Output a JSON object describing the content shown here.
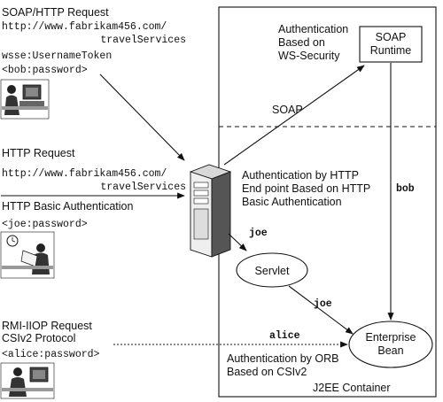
{
  "soap_request": {
    "title": "SOAP/HTTP Request",
    "url_line1": "http://www.fabrikam456.com/",
    "url_line2": "travelServices",
    "token_line": "wsse:UsernameToken",
    "credentials": "<bob:password>"
  },
  "http_request": {
    "title": "HTTP Request",
    "url_line1": "http://www.fabrikam456.com/",
    "url_line2": "travelServices",
    "auth_label": "HTTP Basic Authentication",
    "credentials": "<joe:password>"
  },
  "rmi_request": {
    "title_line1": "RMI-IIOP Request",
    "title_line2": "CSIv2 Protocol",
    "credentials": "<alice:password>"
  },
  "container": {
    "label": "J2EE Container",
    "soap_zone_label": "SOAP",
    "ws_auth_lines": [
      "Authentication",
      "Based on",
      "WS-Security"
    ],
    "http_auth_lines": [
      "Authentication by HTTP",
      "End point Based on HTTP",
      "Basic Authentication"
    ],
    "orb_auth_lines": [
      "Authentication by ORB",
      "Based on CSIv2"
    ]
  },
  "components": {
    "soap_runtime_lines": [
      "SOAP",
      "Runtime"
    ],
    "servlet": "Servlet",
    "enterprise_bean_lines": [
      "Enterprise",
      "Bean"
    ]
  },
  "identities": {
    "bob": "bob",
    "joe_top": "joe",
    "joe_bottom": "joe",
    "alice": "alice"
  }
}
